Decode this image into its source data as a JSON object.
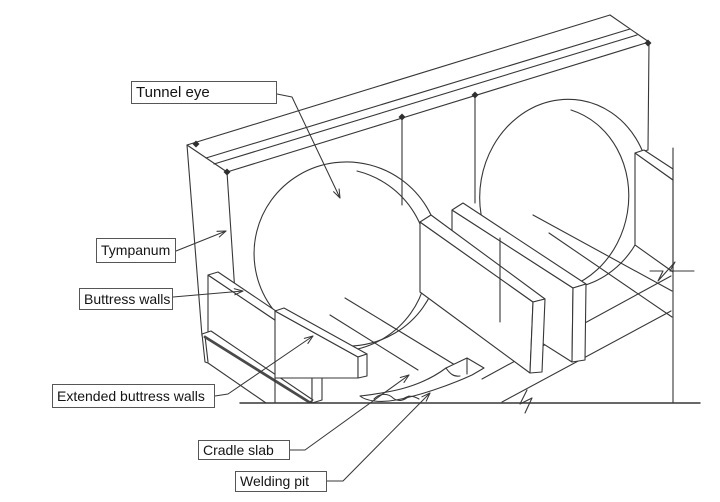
{
  "diagram": {
    "description": "Isometric construction drawing of a tunnel portal wall with two circular tunnel eyes, buttress walls, extended buttress walls, cradle slab and welding pit at ground level",
    "labels": {
      "tunnel_eye": "Tunnel eye",
      "tympanum": "Tympanum",
      "buttress_walls": "Buttress walls",
      "extended_buttress_walls": "Extended buttress walls",
      "cradle_slab": "Cradle slab",
      "welding_pit": "Welding pit"
    },
    "colors": {
      "background": "#ffffff",
      "line": "#373737",
      "label_border": "#565656",
      "label_text": "#141414"
    }
  }
}
